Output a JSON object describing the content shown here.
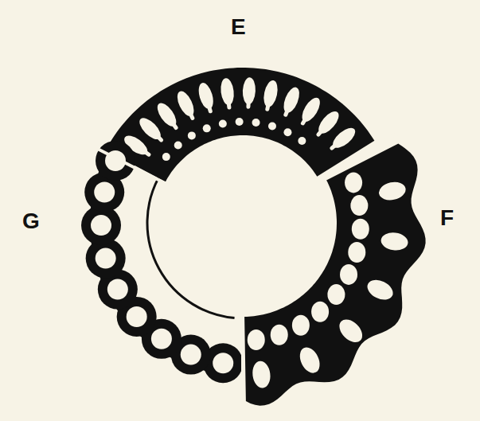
{
  "diagram": {
    "labels": [
      "E",
      "F",
      "G"
    ]
  }
}
